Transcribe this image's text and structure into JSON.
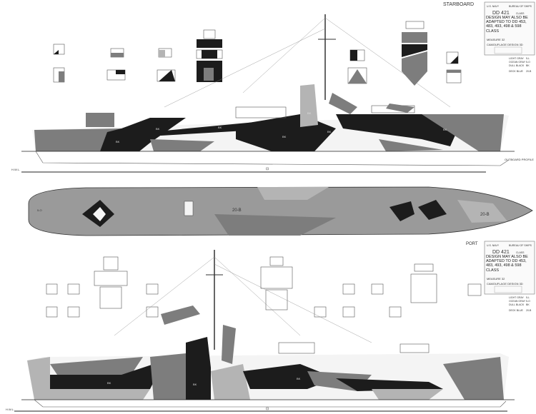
{
  "starboard": {
    "side_label": "STARBOARD",
    "view_label": "OUTBOARD PROFILE",
    "title_block": {
      "agency": "U.S. NAVY",
      "bureau": "BUREAU OF SHIPS",
      "ship_class": "DD 421",
      "class_suffix": "CLASS",
      "note": "DESIGN MAY ALSO BE ADAPTED TO DD 453, 483, 493, 498 & 598 CLASS",
      "measure": "MEASURE 32",
      "design": "CAMOUFLAGE DESIGN 3D"
    },
    "colors": [
      {
        "name": "LIGHT GRAY",
        "code": "5-L"
      },
      {
        "name": "OCEAN GRAY",
        "code": "5-O"
      },
      {
        "name": "DULL BLACK",
        "code": "BK"
      }
    ],
    "deck": {
      "name": "DECK BLUE",
      "code": "20-B"
    },
    "patch_labels": [
      "BK",
      "BK",
      "BK",
      "BK",
      "BK",
      "BK",
      "BK"
    ]
  },
  "plan": {
    "labels": [
      "5-O",
      "20-B",
      "20-B"
    ]
  },
  "port": {
    "side_label": "PORT",
    "title_block": {
      "agency": "U.S. NAVY",
      "bureau": "BUREAU OF SHIPS",
      "ship_class": "DD 421",
      "class_suffix": "CLASS",
      "note": "DESIGN MAY ALSO BE ADAPTED TO DD 453, 483, 493, 498 & 598 CLASS",
      "measure": "MEASURE 32",
      "design": "CAMOUFLAGE DESIGN 3D"
    },
    "colors": [
      {
        "name": "LIGHT GRAY",
        "code": "5-L"
      },
      {
        "name": "OCEAN GRAY",
        "code": "5-O"
      },
      {
        "name": "DULL BLACK",
        "code": "BK"
      }
    ],
    "deck": {
      "name": "DECK BLUE",
      "code": "20-B"
    },
    "patch_labels": [
      "BK",
      "BK",
      "BK"
    ]
  },
  "scale_labels": {
    "aft_mark": "H.W.L.",
    "midship_mark": "⊡"
  },
  "palette": {
    "black": "#1c1c1c",
    "ocean_gray": "#7d7d7d",
    "light_gray": "#b4b4b4",
    "deck_blue": "#8a8a8a",
    "white": "#f4f4f4"
  }
}
